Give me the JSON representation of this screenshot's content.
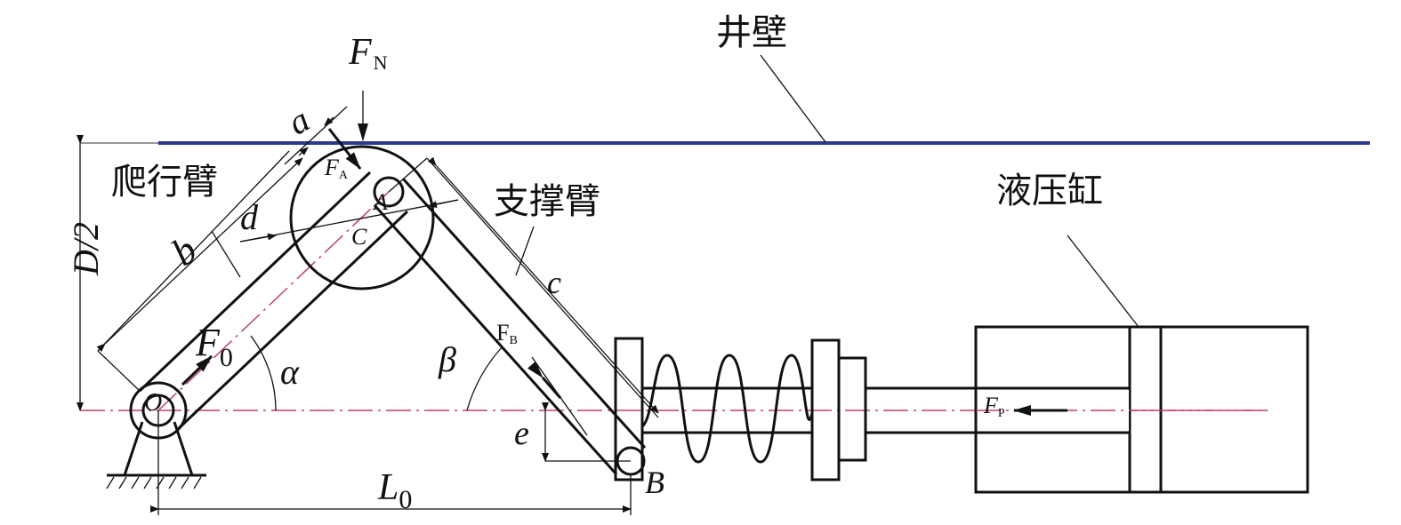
{
  "labels": {
    "well_wall": "井壁",
    "crawling_arm": "爬行臂",
    "support_arm": "支撑臂",
    "hydraulic_cylinder": "液压缸",
    "FN": "F",
    "FN_sub": "N",
    "FA": "F",
    "FA_sub": "A",
    "FB": "F",
    "FB_sub": "B",
    "F0": "F",
    "F0_sub": "0",
    "FP": "F",
    "FP_sub": "P",
    "point_A": "A",
    "point_B": "B",
    "point_C": "C",
    "point_O": "O",
    "dim_a": "a",
    "dim_b": "b",
    "dim_c": "c",
    "dim_d": "d",
    "dim_e": "e",
    "angle_alpha": "α",
    "angle_beta": "β",
    "L0": "L",
    "L0_sub": "0",
    "D_half": "D/2"
  },
  "colors": {
    "wall": "#2b3a8c",
    "centerline": "#c0406a",
    "stroke": "#111111"
  }
}
